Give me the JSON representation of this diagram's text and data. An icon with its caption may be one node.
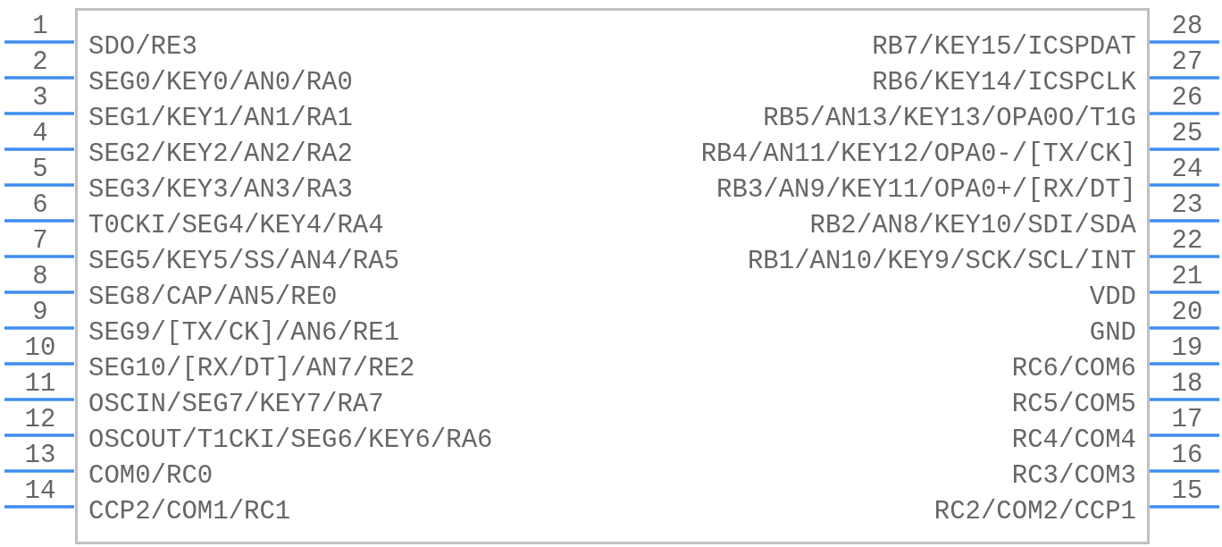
{
  "diagram": {
    "nodes": [
      {
        "text": [
          "SDO/RE3",
          "SEG0/KEY0/AN0/RA0",
          "SEG1/KEY1/AN1/RA1",
          "SEG2/KEY2/AN2/RA2",
          "SEG3/KEY3/AN3/RA3",
          "T0CKI/SEG4/KEY4/RA4",
          "SEG5/KEY5/SS/AN4/RA5",
          "SEG8/CAP/AN5/RE0",
          "SEG9/[TX/CK]/AN6/RE1",
          "SEG10/[RX/DT]/AN7/RE2",
          "OSCIN/SEG7/KEY7/RA7",
          "OSCOUT/T1CKI/SEG6/KEY6/RA6",
          "COM0/RC0",
          "CCP2/COM1/RC1",
          "RB7/KEY15/ICSPDAT",
          "RB6/KEY14/ICSPCLK",
          "RB5/AN13/KEY13/OPA0O/T1G",
          "RB4/AN11/KEY12/OPA0-/[TX/CK]",
          "RB3/AN9/KEY11/OPA0+/[RX/DT]",
          "RB2/AN8/KEY10/SDI/SDA",
          "RB1/AN10/KEY9/SCK/SCL/INT",
          "VDD",
          "GND",
          "RC6/COM6",
          "RC5/COM5",
          "RC4/COM4",
          "RC3/COM3",
          "RC2/COM2/CCP1"
        ]
      }
    ],
    "labels": [
      "1",
      "2",
      "3",
      "4",
      "5",
      "6",
      "7",
      "8",
      "9",
      "10",
      "11",
      "12",
      "13",
      "14",
      "28",
      "27",
      "26",
      "25",
      "24",
      "23",
      "22",
      "21",
      "20",
      "19",
      "18",
      "17",
      "16",
      "15"
    ]
  }
}
